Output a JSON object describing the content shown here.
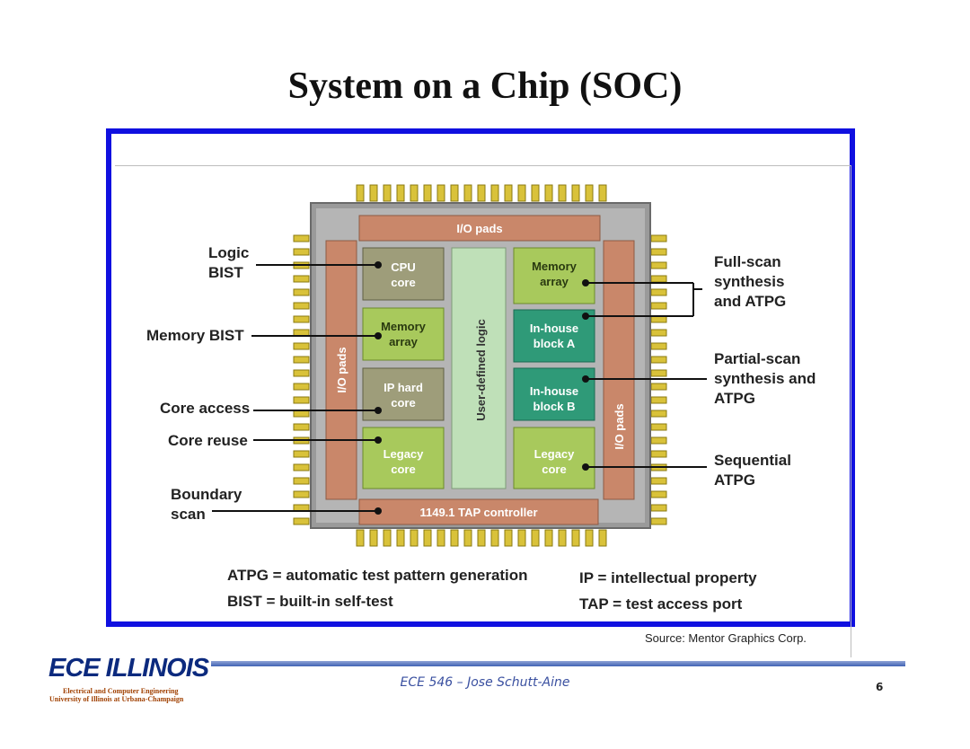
{
  "title": "System on a Chip  (SOC)",
  "labels": {
    "logic_bist": [
      "Logic",
      "BIST"
    ],
    "memory_bist": "Memory BIST",
    "core_access": "Core access",
    "core_reuse": "Core reuse",
    "boundary_scan": [
      "Boundary",
      "scan"
    ],
    "full_scan": [
      "Full-scan",
      "synthesis",
      "and ATPG"
    ],
    "partial_scan": [
      "Partial-scan",
      "synthesis and",
      "ATPG"
    ],
    "sequential": [
      "Sequential",
      "ATPG"
    ]
  },
  "chip": {
    "io_pads_top": "I/O pads",
    "io_pads_left": "I/O pads",
    "io_pads_right": "I/O pads",
    "user_logic": "User-defined logic",
    "tap": "1149.1 TAP controller",
    "cpu": [
      "CPU",
      "core"
    ],
    "memory_left": [
      "Memory",
      "array"
    ],
    "ip_hard": [
      "IP hard",
      "core"
    ],
    "legacy_left": [
      "Legacy",
      "core"
    ],
    "memory_right": [
      "Memory",
      "array"
    ],
    "inhouse_a": [
      "In-house",
      "block A"
    ],
    "inhouse_b": [
      "In-house",
      "block B"
    ],
    "legacy_right": [
      "Legacy",
      "core"
    ]
  },
  "legend": {
    "atpg": "ATPG = automatic test pattern generation",
    "bist": "BIST = built-in self-test",
    "ip": "IP = intellectual property",
    "tap": "TAP = test access port"
  },
  "source": "Source: Mentor Graphics Corp.",
  "footer": {
    "logo": "ECE ILLINOIS",
    "dept": "Electrical and Computer Engineering",
    "univ": "University of Illinois at Urbana-Champaign",
    "course": "ECE 546 – Jose Schutt-Aine",
    "page": "6"
  },
  "colors": {
    "frame_blue": "#1010e0",
    "pad_gold": "#d9c23a",
    "io_brown": "#c9876a",
    "core_olive": "#9e9d7a",
    "core_green": "#a8c95c",
    "inhouse_teal": "#2f9a78",
    "user_logic": "#bfe0b8"
  }
}
